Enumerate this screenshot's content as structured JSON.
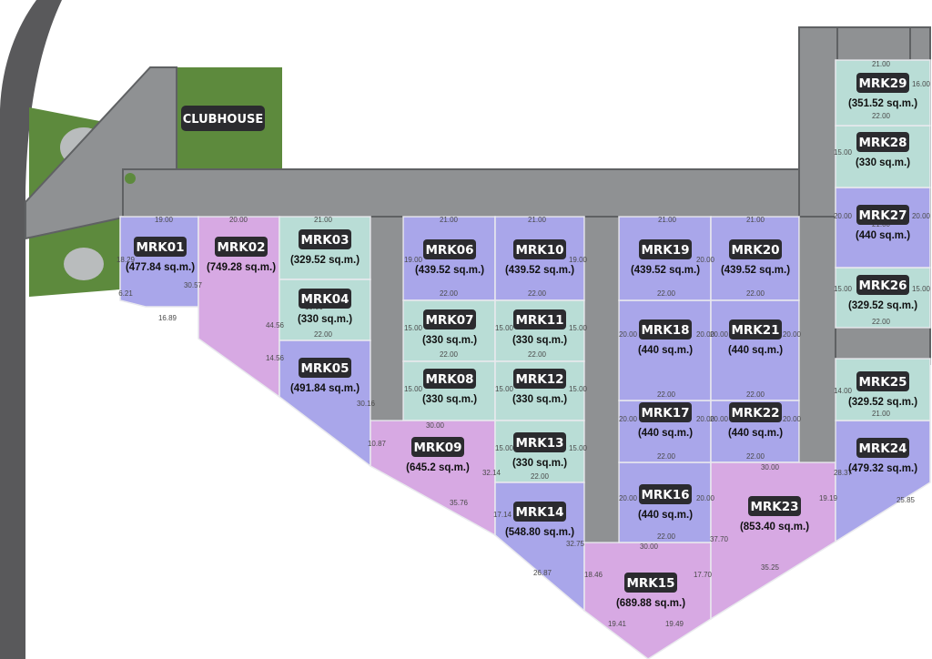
{
  "clubhouse": {
    "label": "CLUBHOUSE"
  },
  "colors": {
    "blue": "#a9a6ea",
    "pink": "#d7a9e3",
    "teal": "#b9ddd6",
    "road": "#8f9193",
    "road_edge": "#5f6163",
    "green": "#5d8a3d"
  },
  "lots": [
    {
      "id": "MRK01",
      "area": "(477.84 sq.m.)",
      "color": "blue"
    },
    {
      "id": "MRK02",
      "area": "(749.28 sq.m.)",
      "color": "pink"
    },
    {
      "id": "MRK03",
      "area": "(329.52 sq.m.)",
      "color": "teal"
    },
    {
      "id": "MRK04",
      "area": "(330 sq.m.)",
      "color": "teal"
    },
    {
      "id": "MRK05",
      "area": "(491.84 sq.m.)",
      "color": "blue"
    },
    {
      "id": "MRK06",
      "area": "(439.52 sq.m.)",
      "color": "blue"
    },
    {
      "id": "MRK07",
      "area": "(330 sq.m.)",
      "color": "teal"
    },
    {
      "id": "MRK08",
      "area": "(330 sq.m.)",
      "color": "teal"
    },
    {
      "id": "MRK09",
      "area": "(645.2 sq.m.)",
      "color": "pink"
    },
    {
      "id": "MRK10",
      "area": "(439.52 sq.m.)",
      "color": "blue"
    },
    {
      "id": "MRK11",
      "area": "(330 sq.m.)",
      "color": "teal"
    },
    {
      "id": "MRK12",
      "area": "(330 sq.m.)",
      "color": "teal"
    },
    {
      "id": "MRK13",
      "area": "(330 sq.m.)",
      "color": "teal"
    },
    {
      "id": "MRK14",
      "area": "(548.80 sq.m.)",
      "color": "blue"
    },
    {
      "id": "MRK15",
      "area": "(689.88 sq.m.)",
      "color": "pink"
    },
    {
      "id": "MRK16",
      "area": "(440 sq.m.)",
      "color": "blue"
    },
    {
      "id": "MRK17",
      "area": "(440 sq.m.)",
      "color": "blue"
    },
    {
      "id": "MRK18",
      "area": "(440 sq.m.)",
      "color": "blue"
    },
    {
      "id": "MRK19",
      "area": "(439.52 sq.m.)",
      "color": "blue"
    },
    {
      "id": "MRK20",
      "area": "(439.52 sq.m.)",
      "color": "blue"
    },
    {
      "id": "MRK21",
      "area": "(440 sq.m.)",
      "color": "blue"
    },
    {
      "id": "MRK22",
      "area": "(440 sq.m.)",
      "color": "blue"
    },
    {
      "id": "MRK23",
      "area": "(853.40 sq.m.)",
      "color": "pink"
    },
    {
      "id": "MRK24",
      "area": "(479.32 sq.m.)",
      "color": "blue"
    },
    {
      "id": "MRK25",
      "area": "(329.52 sq.m.)",
      "color": "teal"
    },
    {
      "id": "MRK26",
      "area": "(329.52 sq.m.)",
      "color": "teal"
    },
    {
      "id": "MRK27",
      "area": "(440 sq.m.)",
      "color": "blue"
    },
    {
      "id": "MRK28",
      "area": "(330 sq.m.)",
      "color": "teal"
    },
    {
      "id": "MRK29",
      "area": "(351.52 sq.m.)",
      "color": "teal"
    }
  ],
  "dimensions": [
    "19.00",
    "20.00",
    "21.00",
    "21.00",
    "21.00",
    "21.00",
    "21.00",
    "22.00",
    "22.00",
    "22.00",
    "22.00",
    "22.00",
    "22.00",
    "22.00",
    "22.00",
    "22.00",
    "22.00",
    "22.00",
    "22.00",
    "22.00",
    "15.00",
    "15.00",
    "15.00",
    "15.00",
    "15.00",
    "15.00",
    "15.00",
    "15.00",
    "15.00",
    "15.00",
    "20.00",
    "20.00",
    "20.00",
    "20.00",
    "20.00",
    "20.00",
    "20.00",
    "20.00",
    "20.00",
    "20.00",
    "19.00",
    "19.00",
    "20.00",
    "18.29",
    "6.21",
    "30.57",
    "16.89",
    "44.56",
    "14.56",
    "30.16",
    "30.00",
    "10.87",
    "35.76",
    "32.14",
    "17.14",
    "32.75",
    "26.87",
    "30.00",
    "18.46",
    "17.70",
    "19.41",
    "19.49",
    "30.00",
    "37.70",
    "35.25",
    "19.19",
    "28.37",
    "25.85",
    "21.00",
    "22.00",
    "16.00",
    "15.00",
    "14.00",
    "21.00",
    "20.00",
    "20.00",
    "15.00",
    "15.00",
    "22.00",
    "21.00"
  ]
}
